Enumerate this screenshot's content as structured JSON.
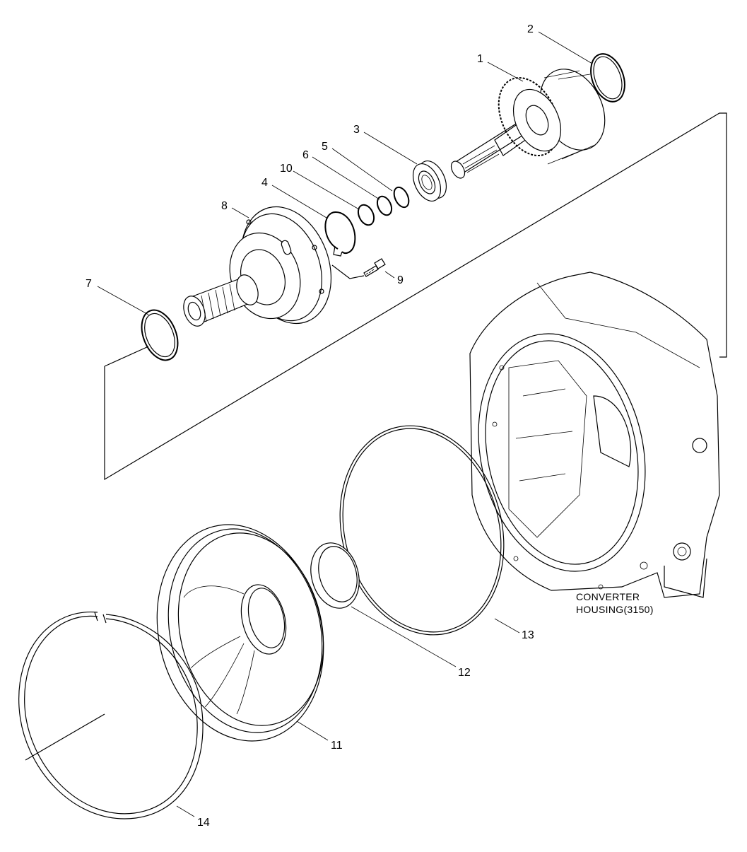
{
  "callouts": {
    "c1": "1",
    "c2": "2",
    "c3": "3",
    "c4": "4",
    "c5": "5",
    "c6": "6",
    "c7": "7",
    "c8": "8",
    "c9": "9",
    "c10": "10",
    "c11": "11",
    "c12": "12",
    "c13": "13",
    "c14": "14"
  },
  "caption": {
    "line1": "CONVERTER",
    "line2": "HOUSING(3150)"
  }
}
